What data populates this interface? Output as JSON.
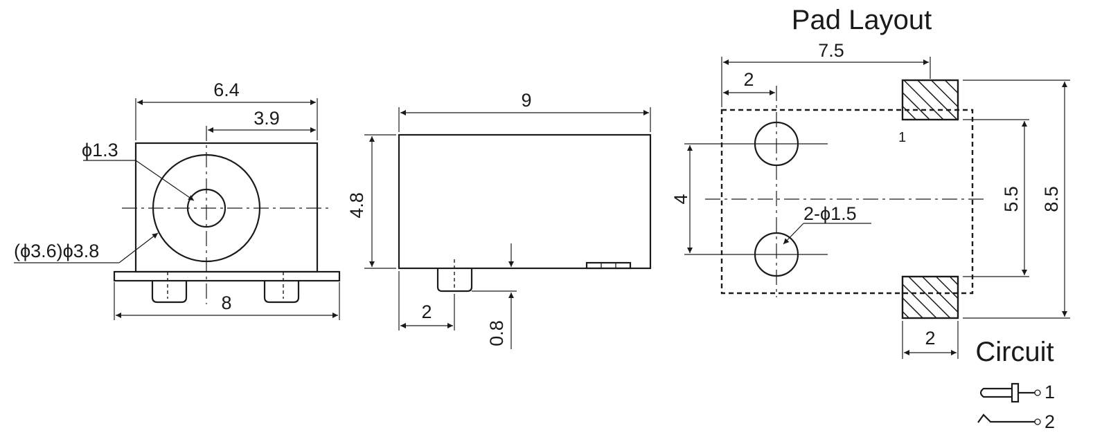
{
  "pad_layout": {
    "title": "Pad Layout",
    "dim_overall_width": "7.5",
    "dim_hole_offset": "2",
    "dim_hole_spacing": "4",
    "dim_hole_label": "2-ϕ1.5",
    "dim_inner_height": "5.5",
    "dim_overall_height": "8.5",
    "dim_pad_width": "2",
    "pin_1_label": "1"
  },
  "front_view": {
    "dim_body_width": "6.4",
    "dim_center_offset": "3.9",
    "dim_pin_hole": "ϕ1.3",
    "dim_outer_ring": "(ϕ3.6)ϕ3.8",
    "dim_flange_width": "8"
  },
  "side_view": {
    "dim_length": "9",
    "dim_height": "4.8",
    "dim_peg_offset": "2",
    "dim_standoff": "0.8"
  },
  "circuit": {
    "title": "Circuit",
    "pin_1": "1",
    "pin_2": "2"
  }
}
